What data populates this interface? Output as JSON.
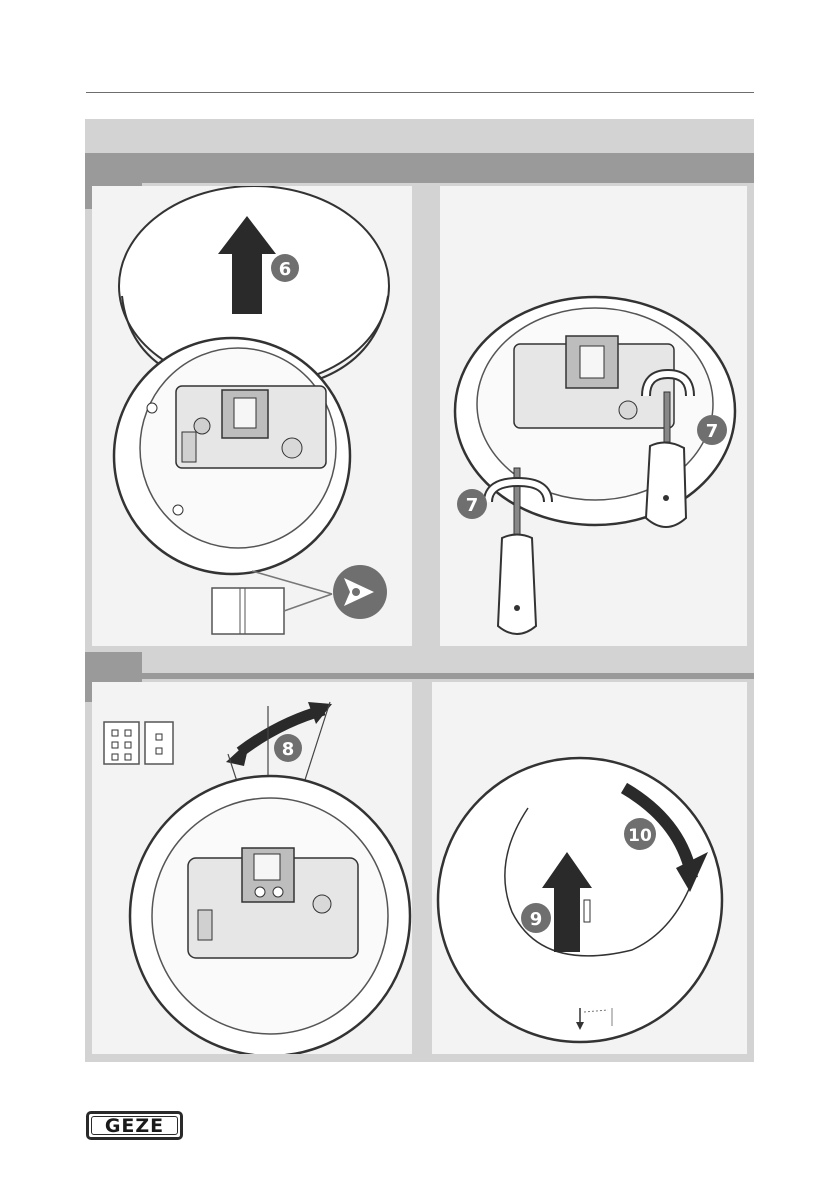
{
  "logo": {
    "text": "GEZE"
  },
  "steps": {
    "lift_cover": "6",
    "screw_left": "7",
    "screw_right": "7",
    "rotate_module": "8",
    "insert_cover": "9",
    "turn_cover": "10"
  },
  "icons": {
    "eye": "eye-view-icon",
    "module_a": "dip-switch-4-icon",
    "module_b": "dip-switch-2-icon"
  },
  "colors": {
    "frame": "#d3d3d3",
    "bar": "#9a9a9a",
    "badge": "#6f6f6f",
    "panel": "#f3f3f3"
  }
}
